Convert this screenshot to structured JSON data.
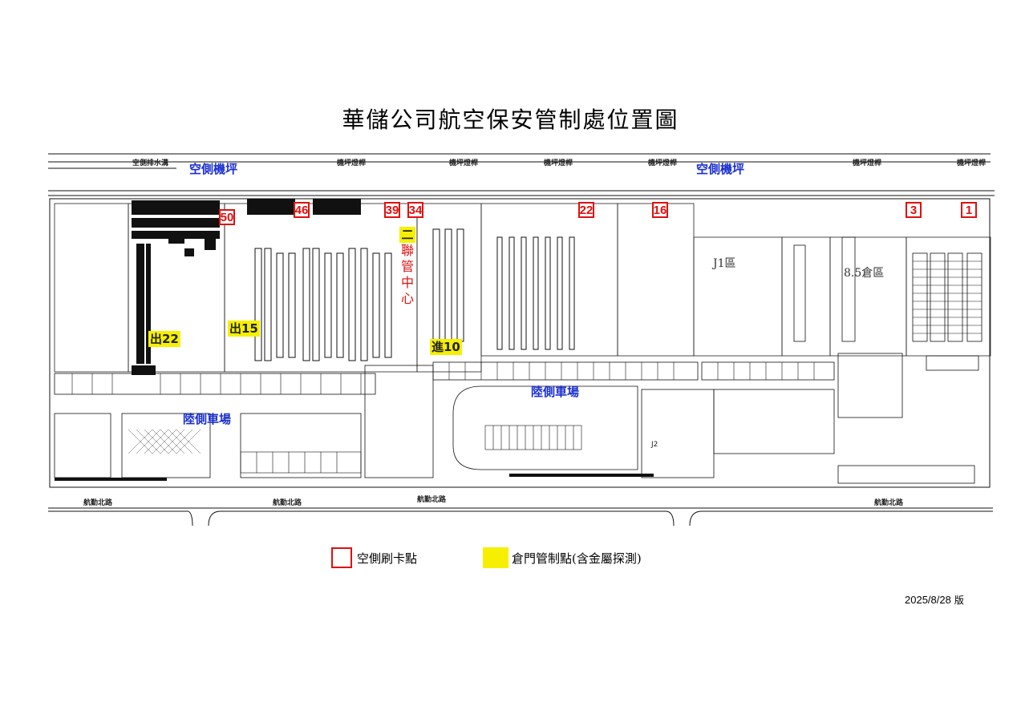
{
  "title": "華儲公司航空保安管制處位置圖",
  "zones": {
    "airside_left": "空側機坪",
    "airside_right": "空側機坪",
    "landside_left": "陸側車場",
    "landside_right": "陸側車場"
  },
  "card_points": [
    "50",
    "46",
    "39",
    "34",
    "22",
    "16",
    "3",
    "1"
  ],
  "gate_points": {
    "out22": "出22",
    "out15": "出15",
    "in10": "進10",
    "two": "二"
  },
  "control_center": [
    "聯",
    "管",
    "中",
    "心"
  ],
  "map_labels": {
    "drain": "空側排水溝",
    "apron1": "機坪燈桿",
    "apron2": "機坪燈桿",
    "apron3": "機坪燈桿",
    "apron4": "機坪燈桿",
    "apron5": "機坪燈桿",
    "apron6": "機坪燈桿",
    "road1": "航勤北路",
    "road2": "航勤北路",
    "road3": "航勤北路",
    "road4": "航勤北路",
    "j1": "J1區",
    "warehouse85": "8.5倉區",
    "j2": "J2"
  },
  "legend": {
    "card": "空側刷卡點",
    "gate": "倉門管制點(含金屬探測)"
  },
  "version": {
    "date": "2025/8/28",
    "suffix": "版"
  },
  "colors": {
    "card_point": "#e01010",
    "gate_point": "#f6f000",
    "zone_text": "#1a2fd0"
  }
}
